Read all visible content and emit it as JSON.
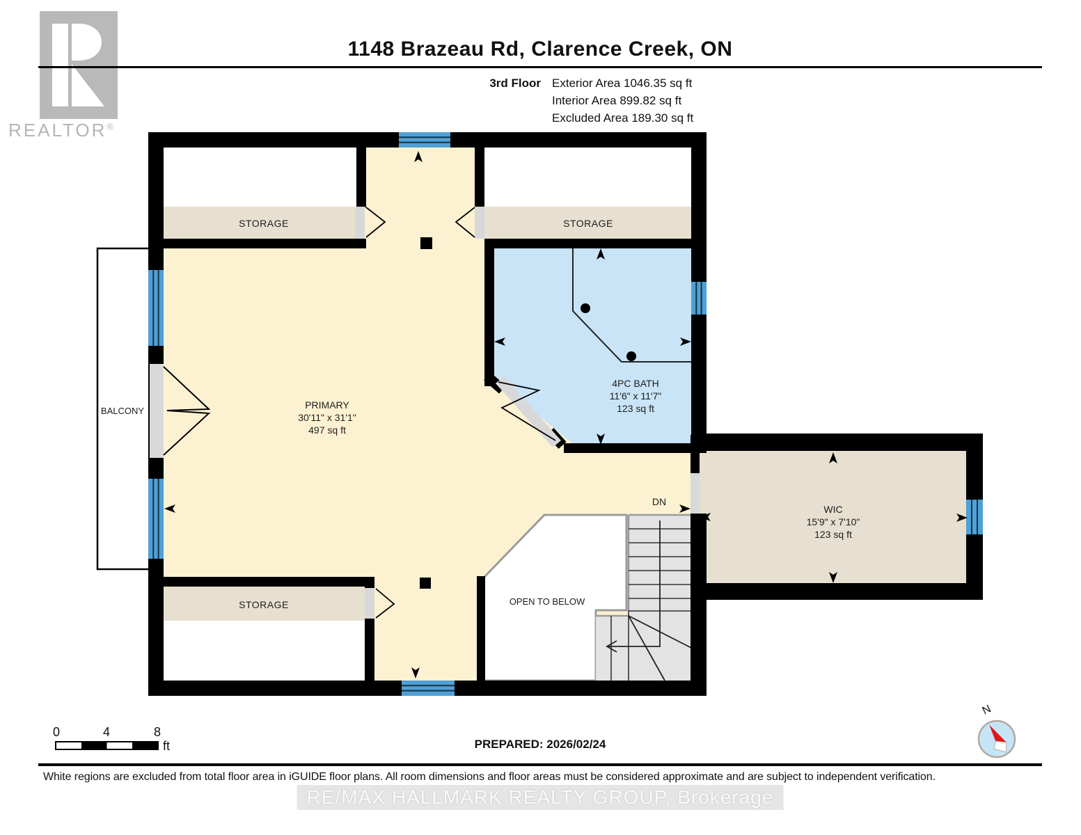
{
  "branding": {
    "logo_text": "REALTOR",
    "logo_reg": "®",
    "watermark": "RE/MAX HALLMARK REALTY GROUP, Brokerage"
  },
  "header": {
    "title": "1148 Brazeau Rd, Clarence Creek, ON",
    "floor_label": "3rd Floor",
    "areas": [
      "Exterior Area 1046.35 sq ft",
      "Interior Area 899.82 sq ft",
      "Excluded Area 189.30 sq ft"
    ]
  },
  "plan": {
    "rooms": [
      {
        "name": "PRIMARY",
        "dims": "30'11\" x 31'1\"",
        "area": "497 sq ft"
      },
      {
        "name": "4PC BATH",
        "dims": "11'6\" x 11'7\"",
        "area": "123 sq ft"
      },
      {
        "name": "WIC",
        "dims": "15'9\" x 7'10\"",
        "area": "123 sq ft"
      }
    ],
    "labels": {
      "storage_top_left": "STORAGE",
      "storage_top_right": "STORAGE",
      "storage_bottom": "STORAGE",
      "balcony": "BALCONY",
      "open_to_below": "OPEN TO BELOW",
      "down": "DN"
    }
  },
  "scalebar": {
    "ticks": [
      "0",
      "4",
      "8"
    ],
    "unit": "ft"
  },
  "compass": {
    "north_label": "N"
  },
  "footer": {
    "prepared": "PREPARED: 2026/02/24",
    "disclaimer": "White regions are excluded from total floor area in iGUIDE floor plans. All room dimensions and floor areas must be considered approximate and are subject to independent verification."
  },
  "colors": {
    "wall": "#000000",
    "floor": "#fcf2d2",
    "storage": "#e7dfcf",
    "bath": "#c9e4f7",
    "window": "#4fa0d6",
    "stairs": "#e3e3e3",
    "door": "#d8d8d8",
    "open_below_edge": "#9b9b9b",
    "compass_fill": "#c5e5f7",
    "compass_needle": "#e3151c",
    "logo_gray": "#b9b9b9"
  }
}
